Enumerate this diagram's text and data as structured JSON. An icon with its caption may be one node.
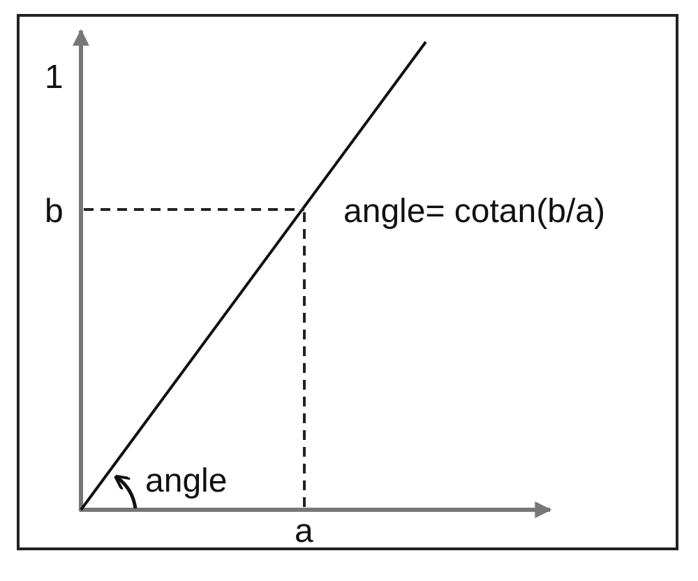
{
  "diagram": {
    "labels": [
      "1",
      "b",
      "angle= cotan(b/a)",
      "angle",
      "a"
    ]
  }
}
